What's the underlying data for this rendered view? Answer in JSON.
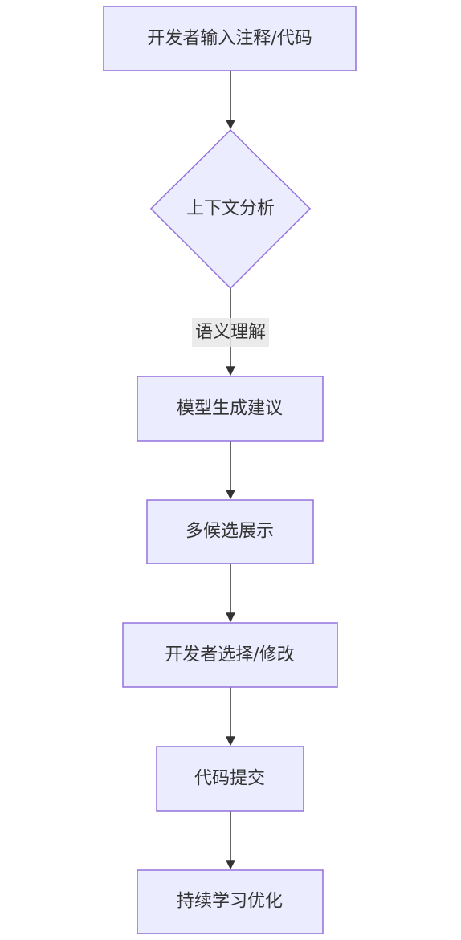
{
  "flow": {
    "nodes": {
      "input": "开发者输入注释/代码",
      "context": "上下文分析",
      "generate": "模型生成建议",
      "display": "多候选展示",
      "choose": "开发者选择/修改",
      "commit": "代码提交",
      "learn": "持续学习优化"
    },
    "edge_labels": {
      "semantic": "语义理解"
    }
  },
  "colors": {
    "node_fill": "#ececff",
    "node_stroke": "#9370db",
    "edge": "#333333",
    "label_bg": "#e8e8e8",
    "text": "#333333"
  }
}
